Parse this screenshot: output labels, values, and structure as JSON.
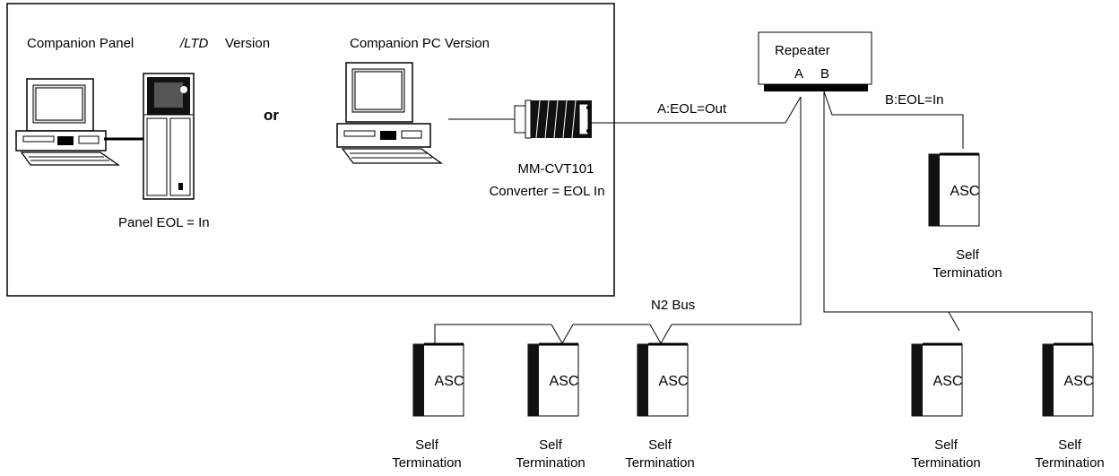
{
  "labels": {
    "companion_panel": "Companion Panel",
    "ltd": "/LTD",
    "version": "Version",
    "companion_pc": "Companion PC Version",
    "or": "or",
    "panel_eol": "Panel EOL = In",
    "converter_model": "MM-CVT101",
    "converter_eol": "Converter = EOL In",
    "repeater": "Repeater",
    "port_a": "A",
    "port_b": "B",
    "a_eol": "A:EOL=Out",
    "b_eol": "B:EOL=In",
    "n2_bus": "N2 Bus"
  },
  "devices": [
    {
      "label": "ASC",
      "term1": "Self",
      "term2": "Termination"
    },
    {
      "label": "ASC",
      "term1": "Self",
      "term2": "Termination"
    },
    {
      "label": "ASC",
      "term1": "Self",
      "term2": "Termination"
    },
    {
      "label": "ASC",
      "term1": "Self",
      "term2": "Termination"
    },
    {
      "label": "ASC",
      "term1": "Self",
      "term2": "Termination"
    },
    {
      "label": "ASC",
      "term1": "Self",
      "term2": "Termination"
    }
  ]
}
